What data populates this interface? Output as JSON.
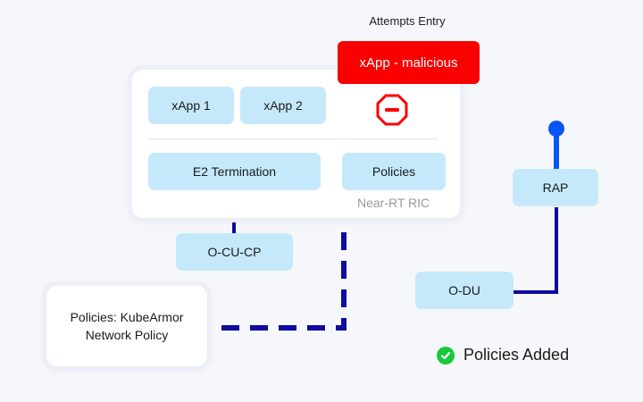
{
  "diagram": {
    "attempts_label": "Attempts Entry",
    "malicious_xapp": "xApp - malicious",
    "blocked_icon": "stop-sign-icon",
    "ric": {
      "label": "Near-RT RIC",
      "xapps": [
        "xApp 1",
        "xApp 2"
      ],
      "e2_termination": "E2 Termination",
      "policies": "Policies"
    },
    "o_cu_cp": "O-CU-CP",
    "o_du": "O-DU",
    "rap": "RAP",
    "policy_source": {
      "line1": "Policies: KubeArmor",
      "line2": "Network Policy"
    },
    "status": {
      "icon": "check-circle-icon",
      "text": "Policies Added"
    },
    "colors": {
      "box_fill": "#c5e9fb",
      "malicious": "#fb0000",
      "link": "#0d0ba0",
      "antenna": "#0a55f5",
      "success": "#17c93d"
    }
  }
}
